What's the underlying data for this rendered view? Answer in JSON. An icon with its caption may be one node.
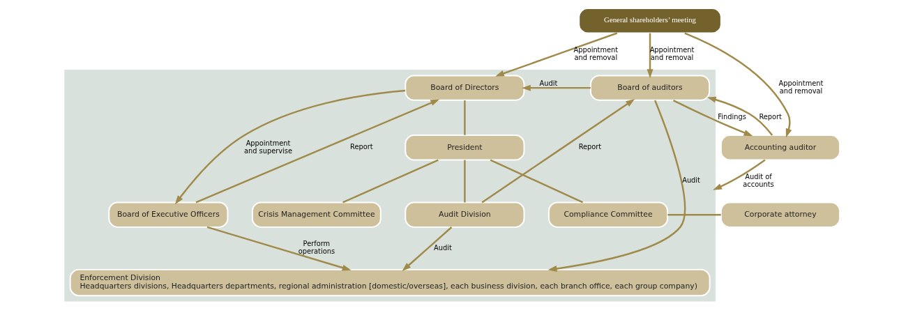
{
  "diagram": {
    "nodes": [
      {
        "text": [
          "General shareholders’ meeting"
        ]
      },
      {
        "text": [],
        "shape": "box"
      },
      {
        "text": [
          "Accounting auditor"
        ]
      },
      {
        "text": [
          "Board of auditors"
        ],
        "in": 1
      },
      {
        "text": [
          "Board of Directors"
        ],
        "in": 1
      },
      {
        "text": [
          "President"
        ],
        "in": 1
      },
      {
        "text": [
          "Corporate attorney"
        ]
      },
      {
        "text": [
          "Compliance Committee"
        ],
        "in": 1
      },
      {
        "text": [
          "Board of Executive Officers"
        ],
        "in": 1
      },
      {
        "text": [
          "Crisis Management Committee"
        ],
        "in": 1
      },
      {
        "text": [
          "Audit Division"
        ],
        "in": 1
      },
      {
        "text": [
          "Enforcement Division",
          "Headquarters divisions, Headquarters departments, regional administration [domestic/overseas], each business division, each branch office, each group company)"
        ],
        "in": 1
      }
    ],
    "edges": [
      {
        "from": 0,
        "to": 2,
        "arrow": "to",
        "label": "Appointment and removal"
      },
      {
        "from": 0,
        "to": 3,
        "arrow": "to",
        "label": "Appointment and removal"
      },
      {
        "from": 0,
        "to": 4,
        "arrow": "to",
        "label": "Appointment and removal"
      },
      {
        "from": 3,
        "to": 2,
        "arrow": "to",
        "label": "Findings"
      },
      {
        "from": 2,
        "to": 3,
        "arrow": "to",
        "label": "Report"
      },
      {
        "from": 2,
        "to": 1,
        "arrow": "to",
        "label": "Audit of accounts"
      },
      {
        "from": 3,
        "to": 4,
        "arrow": "to",
        "label": "Audit"
      },
      {
        "from": 4,
        "to": 5,
        "arrow": "none"
      },
      {
        "from": 4,
        "to": 8,
        "arrow": "to",
        "label": "Appointment and supervise"
      },
      {
        "from": 8,
        "to": 4,
        "arrow": "to",
        "label": "Report"
      },
      {
        "from": 6,
        "to": 7,
        "arrow": "none"
      },
      {
        "from": 7,
        "to": 5,
        "arrow": "none"
      },
      {
        "from": 9,
        "to": 5,
        "arrow": "none"
      },
      {
        "from": 10,
        "to": 5,
        "arrow": "none"
      },
      {
        "from": 10,
        "to": 3,
        "arrow": "to",
        "label": "Report"
      },
      {
        "from": 3,
        "to": 11,
        "arrow": "to",
        "label": "Audit"
      },
      {
        "from": 10,
        "to": 11,
        "arrow": "to",
        "label": "Audit"
      },
      {
        "from": 8,
        "to": 11,
        "arrow": "to",
        "label": "Perform operations"
      }
    ]
  }
}
